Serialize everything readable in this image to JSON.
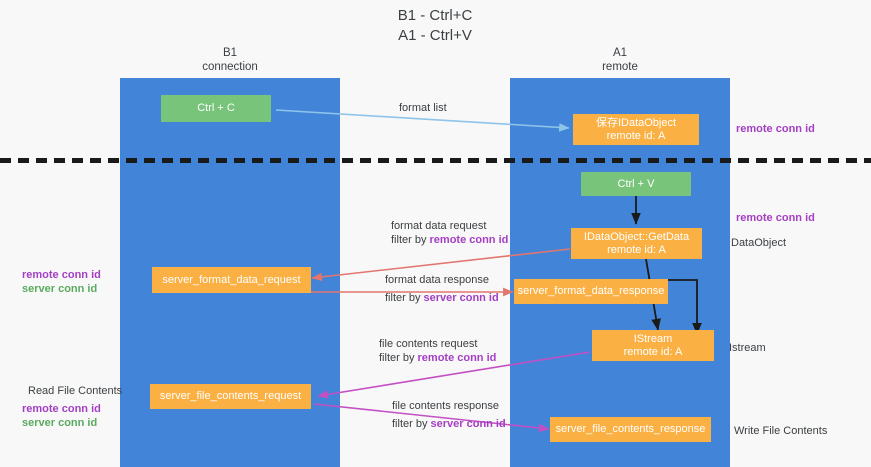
{
  "title": "B1 - Ctrl+C\nA1 - Ctrl+V",
  "columns": [
    {
      "name": "left",
      "head_line1": "B1",
      "head_line2": "connection",
      "color": "#4285d8"
    },
    {
      "name": "right",
      "head_line1": "A1",
      "head_line2": "remote",
      "color": "#4285d8"
    }
  ],
  "nodes": {
    "ctrl_c": {
      "label": "Ctrl + C",
      "color": "#78c47b"
    },
    "save_idataobject": {
      "line1": "保存IDataObject",
      "line2": "remote id: A",
      "color": "#fbb044"
    },
    "ctrl_v": {
      "label": "Ctrl + V",
      "color": "#78c47b"
    },
    "getdata": {
      "line1": "IDataObject::GetData",
      "line2": "remote id: A",
      "color": "#fbb044"
    },
    "server_format_data_request": {
      "label": "server_format_data_request",
      "color": "#fbb044"
    },
    "server_format_data_response": {
      "label": "server_format_data_response",
      "color": "#fbb044"
    },
    "istream": {
      "line1": "IStream",
      "line2": "remote id: A",
      "color": "#fbb044"
    },
    "server_file_contents_request": {
      "label": "server_file_contents_request",
      "color": "#fbb044"
    },
    "server_file_contents_response": {
      "label": "server_file_contents_response",
      "color": "#fbb044"
    }
  },
  "edge_labels": {
    "format_list": "format list",
    "format_data_request": "format data request",
    "format_data_request_filter_prefix": "filter by ",
    "format_data_request_filter_key": "remote conn id",
    "format_data_response": "format data response",
    "format_data_response_filter_prefix": "filter by ",
    "format_data_response_filter_key": "server conn id",
    "file_contents_request": "file contents request",
    "file_contents_request_filter_prefix": "filter by ",
    "file_contents_request_filter_key": "remote conn id",
    "file_contents_response": "file contents response",
    "file_contents_response_filter_prefix": "filter by ",
    "file_contents_response_filter_key": "server conn id"
  },
  "right_labels": {
    "remote_conn_id_top": "remote conn id",
    "remote_conn_id_mid": "remote conn id",
    "dataobject": "DataObject",
    "istream": "Istream",
    "write_file_contents": "Write File Contents"
  },
  "left_labels": {
    "remote_conn_id": "remote conn id",
    "server_conn_id": "server conn id",
    "read_file_contents": "Read File Contents",
    "remote_conn_id_2": "remote conn id",
    "server_conn_id_2": "server conn id"
  },
  "colors": {
    "column": "#4285d8",
    "green_node": "#78c47b",
    "orange_node": "#fbb044",
    "purple": "#a43fc4",
    "green_text": "#5aab5f",
    "arrow_blue": "#8ec4ea",
    "arrow_red": "#e2766e",
    "arrow_black": "#000000",
    "arrow_magenta": "#c44fc4",
    "divider": "#1a1a1a",
    "background": "#f8f8f8"
  }
}
